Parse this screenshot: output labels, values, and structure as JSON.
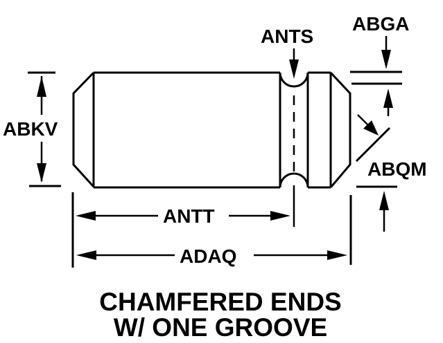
{
  "diagram": {
    "type": "technical-drawing",
    "subject": "pin",
    "colors": {
      "ink": "#000000",
      "background": "#ffffff"
    },
    "labels": {
      "diameter": "ABKV",
      "groove_width": "ANTS",
      "groove_depth": "ABGA",
      "chamfer": "ABQM",
      "groove_location": "ANTT",
      "overall_length": "ADAQ"
    },
    "caption": {
      "line1": "CHAMFERED ENDS",
      "line2": "W/ ONE GROOVE"
    }
  }
}
